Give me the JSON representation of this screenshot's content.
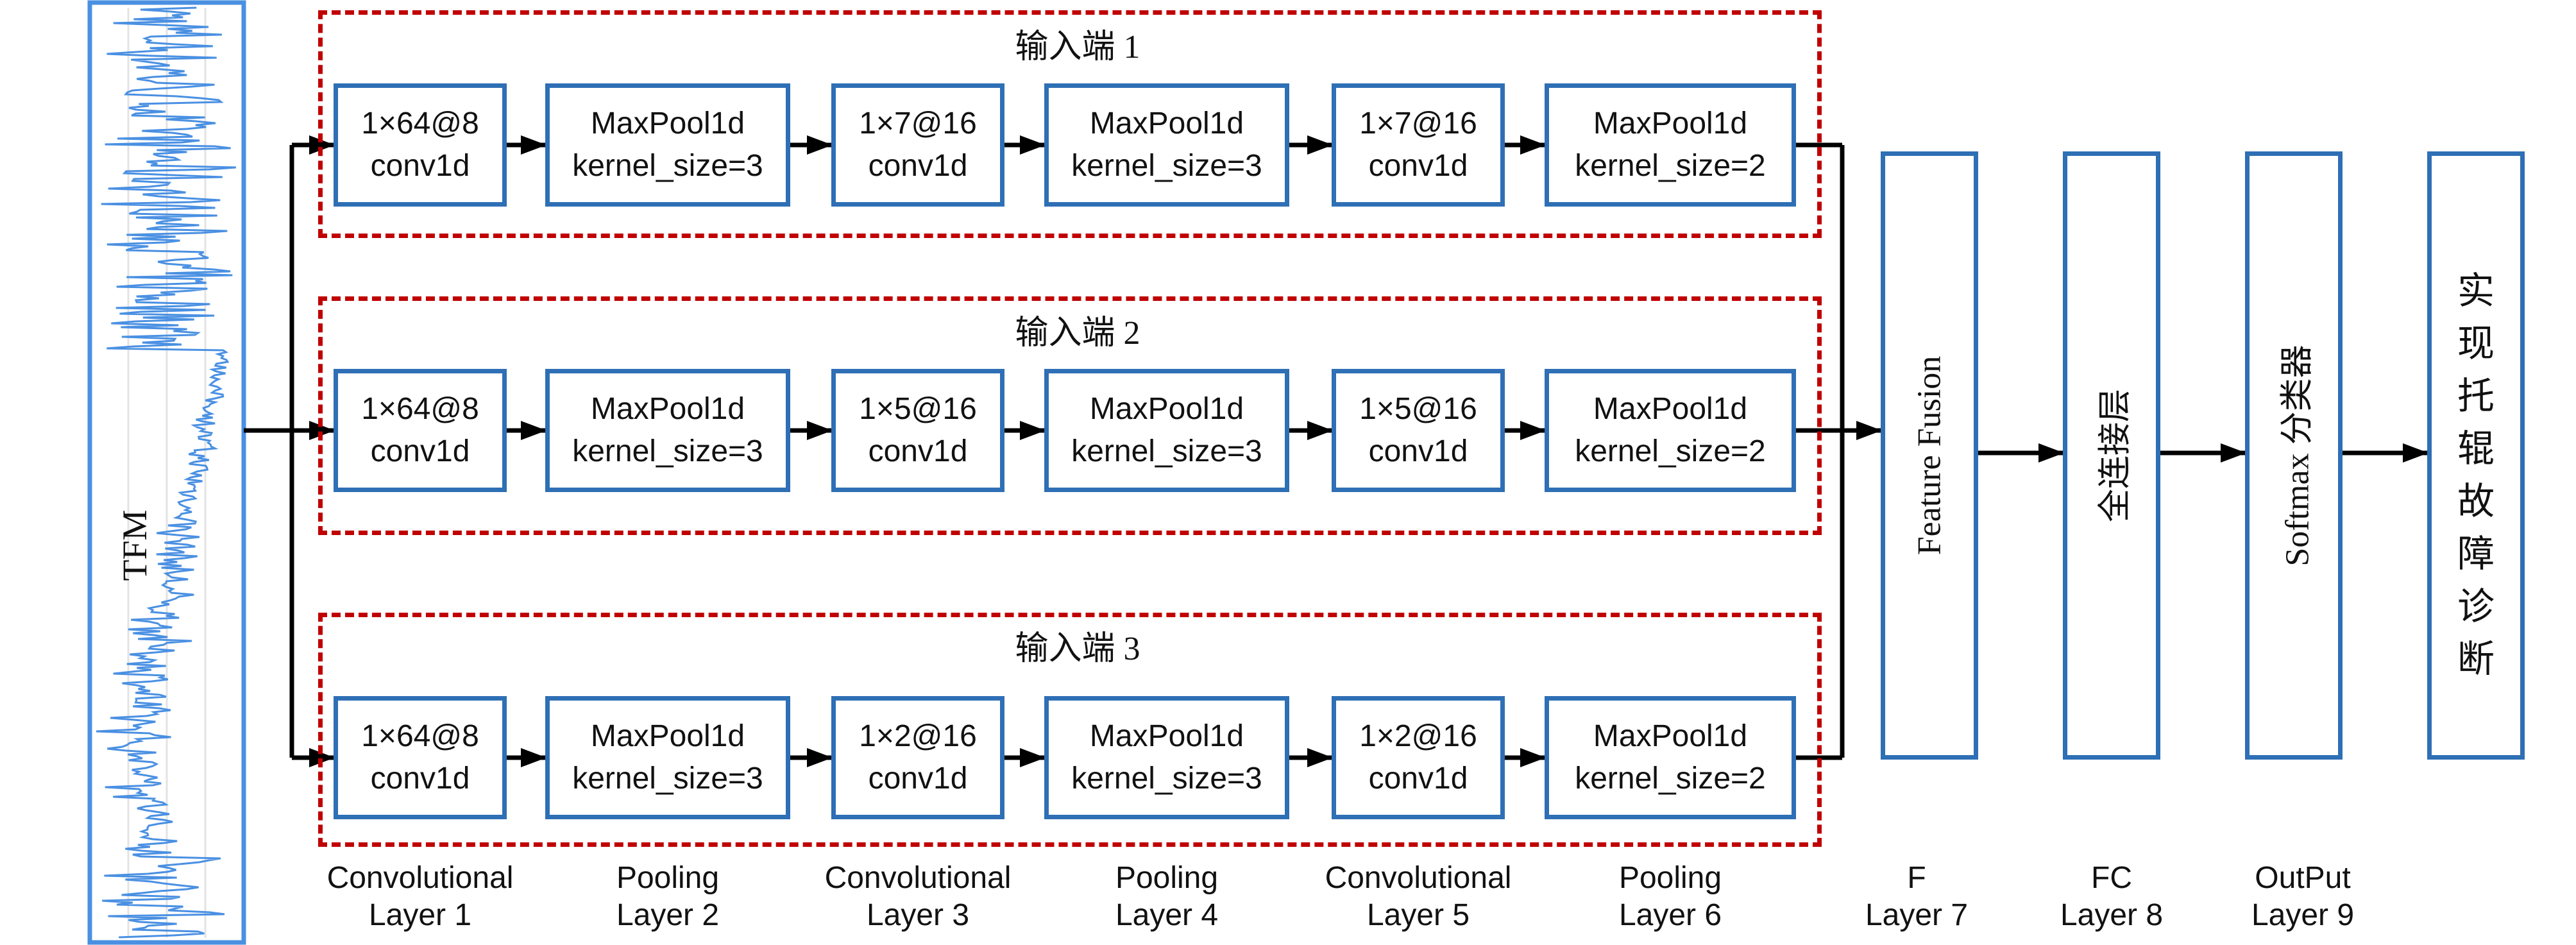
{
  "signal_panel": {
    "label": "TFM"
  },
  "branches": [
    {
      "title": "输入端 1",
      "blocks": [
        {
          "line1": "1×64@8",
          "line2": "conv1d"
        },
        {
          "line1": "MaxPool1d",
          "line2": "kernel_size=3"
        },
        {
          "line1": "1×7@16",
          "line2": "conv1d"
        },
        {
          "line1": "MaxPool1d",
          "line2": "kernel_size=3"
        },
        {
          "line1": "1×7@16",
          "line2": "conv1d"
        },
        {
          "line1": "MaxPool1d",
          "line2": "kernel_size=2"
        }
      ]
    },
    {
      "title": "输入端 2",
      "blocks": [
        {
          "line1": "1×64@8",
          "line2": "conv1d"
        },
        {
          "line1": "MaxPool1d",
          "line2": "kernel_size=3"
        },
        {
          "line1": "1×5@16",
          "line2": "conv1d"
        },
        {
          "line1": "MaxPool1d",
          "line2": "kernel_size=3"
        },
        {
          "line1": "1×5@16",
          "line2": "conv1d"
        },
        {
          "line1": "MaxPool1d",
          "line2": "kernel_size=2"
        }
      ]
    },
    {
      "title": "输入端 3",
      "blocks": [
        {
          "line1": "1×64@8",
          "line2": "conv1d"
        },
        {
          "line1": "MaxPool1d",
          "line2": "kernel_size=3"
        },
        {
          "line1": "1×2@16",
          "line2": "conv1d"
        },
        {
          "line1": "MaxPool1d",
          "line2": "kernel_size=3"
        },
        {
          "line1": "1×2@16",
          "line2": "conv1d"
        },
        {
          "line1": "MaxPool1d",
          "line2": "kernel_size=2"
        }
      ]
    }
  ],
  "stages": {
    "fusion": "Feature Fusion",
    "fc": "全连接层",
    "softmax": "Softmax 分类器",
    "output_chars": [
      "实",
      "现",
      "托",
      "辊",
      "故",
      "障",
      "诊",
      "断"
    ]
  },
  "layer_labels": [
    {
      "line1": "Convolutional",
      "line2": "Layer 1"
    },
    {
      "line1": "Pooling",
      "line2": "Layer 2"
    },
    {
      "line1": "Convolutional",
      "line2": "Layer 3"
    },
    {
      "line1": "Pooling",
      "line2": "Layer 4"
    },
    {
      "line1": "Convolutional",
      "line2": "Layer 5"
    },
    {
      "line1": "Pooling",
      "line2": "Layer 6"
    },
    {
      "line1": "F",
      "line2": "Layer 7"
    },
    {
      "line1": "FC",
      "line2": "Layer 8"
    },
    {
      "line1": "OutPut",
      "line2": "Layer 9"
    }
  ],
  "colors": {
    "box_border": "#2e6fb5",
    "group_border": "#c00000",
    "arrow": "#000000",
    "signal": "#4a90e2"
  }
}
